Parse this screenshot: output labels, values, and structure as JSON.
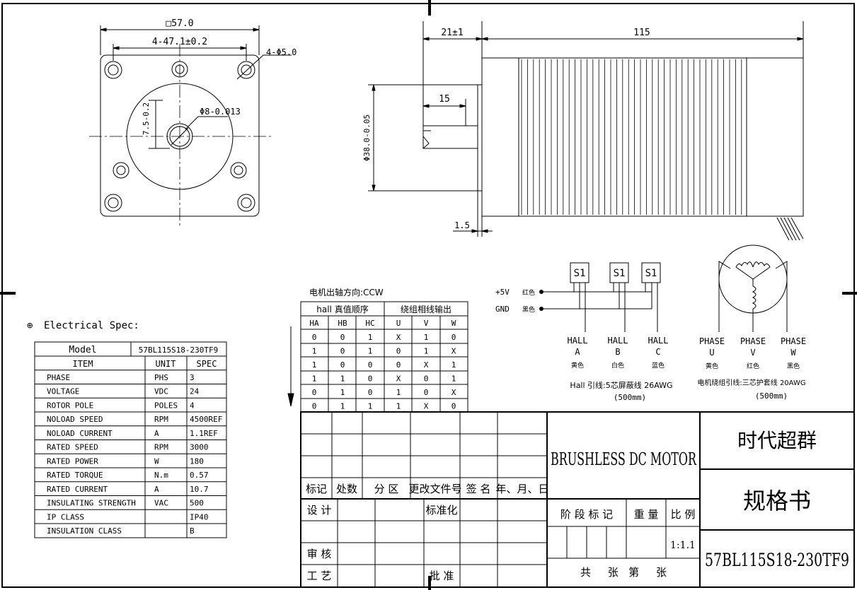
{
  "front_view": {
    "dim_square": "□57.0",
    "dim_hole_spacing": "4-47.1±0.2",
    "dim_holes": "4-Φ5.0",
    "dim_flat": "7.5-0.2",
    "dim_shaft": "Φ8-0.013"
  },
  "side_view": {
    "dim_shaft_length": "21±1",
    "dim_body_length": "115",
    "dim_flat_length": "15",
    "dim_pilot": "Φ38.0-0.05",
    "dim_flange": "1.5"
  },
  "hall_diagram": {
    "supply_plus_label": "+5V",
    "supply_plus_color": "红色",
    "gnd_label": "GND",
    "gnd_color": "黑色",
    "sensor_labels": [
      "S1",
      "S1",
      "S1"
    ],
    "hall_outputs": [
      {
        "name": "HALL",
        "letter": "A",
        "color": "黄色"
      },
      {
        "name": "HALL",
        "letter": "B",
        "color": "白色"
      },
      {
        "name": "HALL",
        "letter": "C",
        "color": "蓝色"
      }
    ],
    "hall_wire_note": "Hall 引线:5芯屏蔽线 26AWG",
    "hall_wire_length": "(500mm)"
  },
  "phase_diagram": {
    "phases": [
      {
        "name": "PHASE",
        "letter": "U",
        "color": "黄色"
      },
      {
        "name": "PHASE",
        "letter": "V",
        "color": "红色"
      },
      {
        "name": "PHASE",
        "letter": "W",
        "color": "黑色"
      }
    ],
    "wire_note": "电机绕组引线:三芯护套线 20AWG",
    "wire_length": "(500mm)"
  },
  "sequence_table": {
    "direction_label": "电机出轴方向:CCW",
    "group_hall": "hall 真值顺序",
    "group_winding": "绕组相线输出",
    "headers": [
      "HA",
      "HB",
      "HC",
      "U",
      "V",
      "W"
    ],
    "rows": [
      [
        "0",
        "0",
        "1",
        "X",
        "1",
        "0"
      ],
      [
        "1",
        "0",
        "1",
        "0",
        "1",
        "X"
      ],
      [
        "1",
        "0",
        "0",
        "0",
        "X",
        "1"
      ],
      [
        "1",
        "1",
        "0",
        "X",
        "0",
        "1"
      ],
      [
        "0",
        "1",
        "0",
        "1",
        "0",
        "X"
      ],
      [
        "0",
        "1",
        "1",
        "1",
        "X",
        "0"
      ]
    ]
  },
  "spec": {
    "heading": "Electrical Spec:",
    "model_label": "Model",
    "model_value": "57BL115S18-230TF9",
    "headers": [
      "ITEM",
      "UNIT",
      "SPEC"
    ],
    "rows": [
      [
        "PHASE",
        "PHS",
        "3"
      ],
      [
        "VOLTAGE",
        "VDC",
        "24"
      ],
      [
        "ROTOR POLE",
        "POLES",
        "4"
      ],
      [
        "NOLOAD SPEED",
        "RPM",
        "4500REF"
      ],
      [
        "NOLOAD CURRENT",
        "A",
        "1.1REF"
      ],
      [
        "RATED SPEED",
        "RPM",
        "3000"
      ],
      [
        "RATED POWER",
        "W",
        "180"
      ],
      [
        "RATED TORQUE",
        "N.m",
        "0.57"
      ],
      [
        "RATED CURRENT",
        "A",
        "10.7"
      ],
      [
        "INSULATING STRENGTH",
        "VAC",
        "500"
      ],
      [
        "IP CLASS",
        "",
        "IP40"
      ],
      [
        "INSULATION CLASS",
        "",
        "B"
      ]
    ]
  },
  "title_block": {
    "rev_headers": [
      "标记",
      "处数",
      "分 区",
      "更改文件号",
      "签 名",
      "年、月、日"
    ],
    "design": "设 计",
    "standardize": "标准化",
    "review": "审 核",
    "process": "工 艺",
    "approve": "批 准",
    "product_name": "BRUSHLESS DC MOTOR",
    "stage_label": "阶 段 标 记",
    "weight_label": "重 量",
    "scale_label": "比 例",
    "scale_value": "1:1.1",
    "sheets_label": "共     张   第     张",
    "company": "时代超群",
    "doc_type": "规格书",
    "part_number": "57BL115S18-230TF9"
  }
}
